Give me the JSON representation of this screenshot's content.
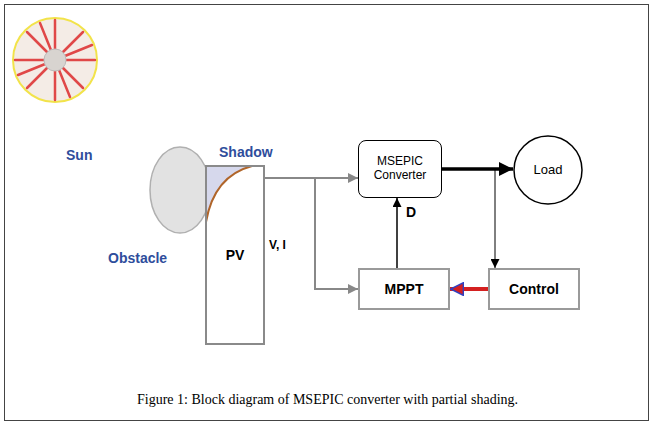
{
  "diagram": {
    "caption": "Figure 1: Block diagram of MSEPIC converter with partial shading.",
    "nodes": [
      {
        "text": [
          "PV"
        ]
      },
      {
        "text": [
          "MSEPIC Converter"
        ]
      },
      {
        "text": [
          "Load"
        ]
      },
      {
        "text": [
          "MPPT"
        ]
      },
      {
        "text": [
          "Control"
        ]
      }
    ],
    "edges": [
      {
        "from": 0,
        "to": 1,
        "arrow": "to"
      },
      {
        "from": 0,
        "to": 3,
        "arrow": "to",
        "label": "V, I"
      },
      {
        "from": 3,
        "to": 1,
        "arrow": "to",
        "label": "D"
      },
      {
        "from": 1,
        "to": 2,
        "arrow": "to"
      },
      {
        "from": 1,
        "to": 4,
        "arrow": "to"
      },
      {
        "from": 4,
        "to": 3,
        "arrow": "to"
      }
    ],
    "labels": [
      "Sun",
      "Obstacle",
      "Shadow"
    ]
  }
}
